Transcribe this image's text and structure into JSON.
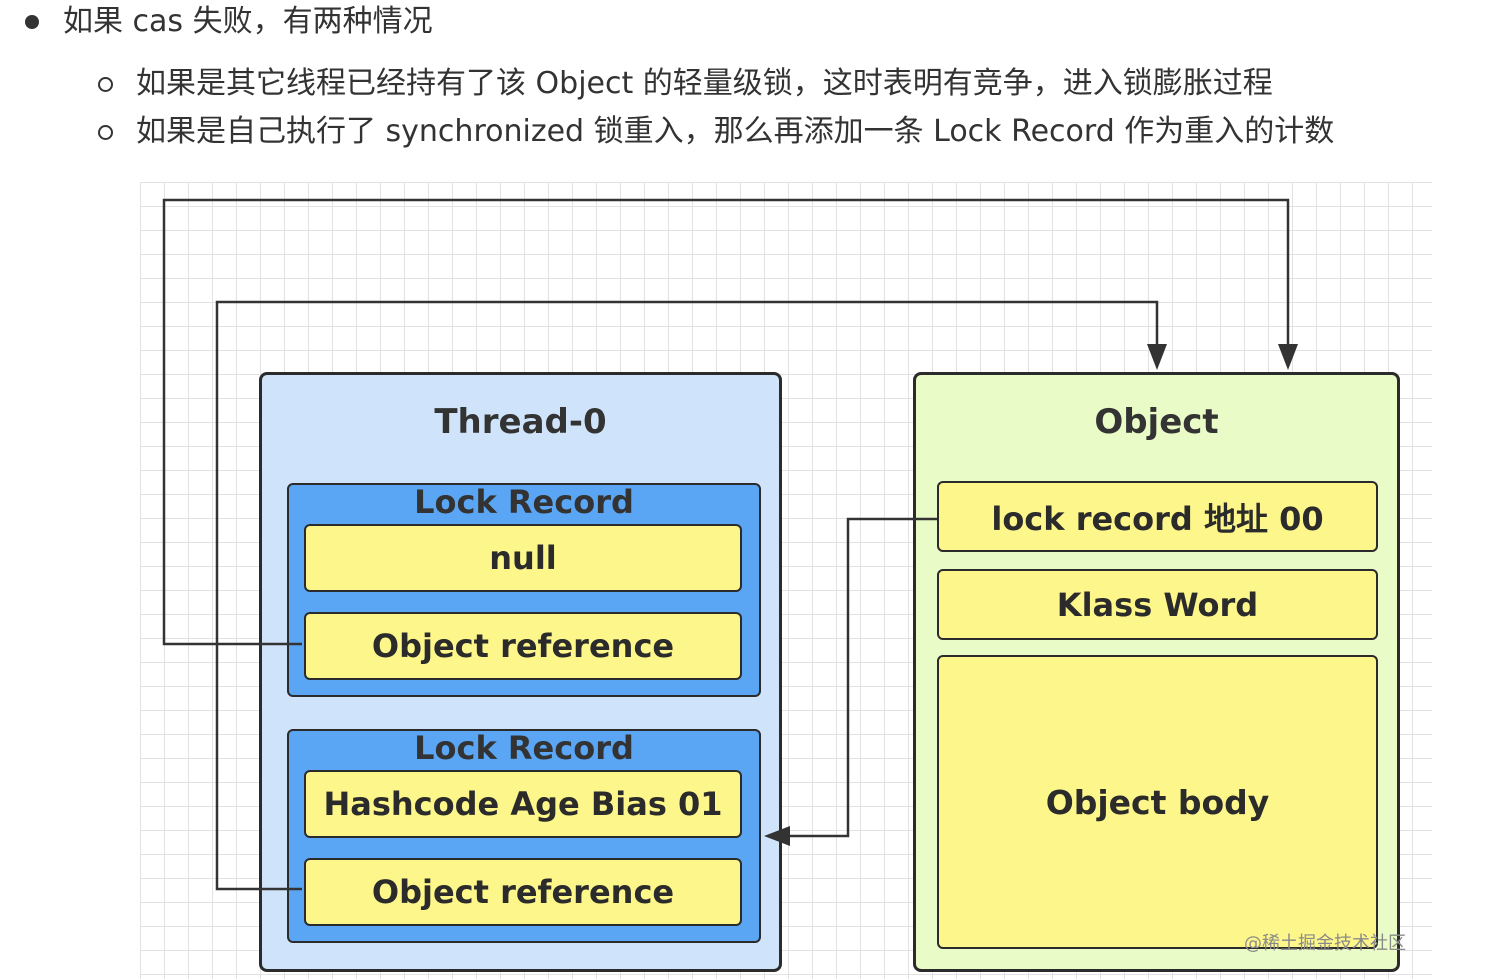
{
  "bullets": {
    "main": "如果 cas 失败，有两种情况",
    "sub": [
      "如果是其它线程已经持有了该 Object 的轻量级锁，这时表明有竞争，进入锁膨胀过程",
      "如果是自己执行了 synchronized 锁重入，那么再添加一条 Lock Record 作为重入的计数"
    ]
  },
  "diagram": {
    "thread": {
      "title": "Thread-0",
      "lock_records": [
        {
          "title": "Lock Record",
          "fields": [
            "null",
            "Object reference"
          ]
        },
        {
          "title": "Lock Record",
          "fields": [
            "Hashcode Age Bias 01",
            "Object reference"
          ]
        }
      ]
    },
    "object": {
      "title": "Object",
      "fields": [
        "lock record 地址 00",
        "Klass Word",
        "Object body"
      ]
    },
    "colors": {
      "thread_bg": "#cfe4fb",
      "lock_record_bg": "#5aa6f5",
      "field_bg": "#fdf68a",
      "object_bg": "#e9fbc6",
      "line": "#333333"
    }
  },
  "watermark": "@稀土掘金技术社区"
}
